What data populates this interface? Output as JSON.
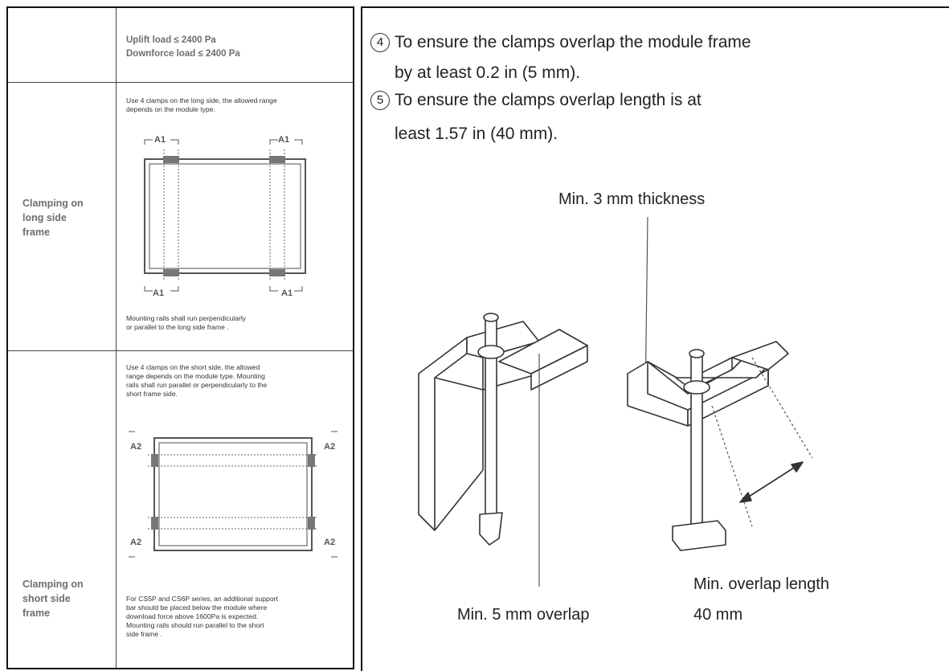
{
  "table": {
    "loads": {
      "uplift": "Uplift load ≤ 2400 Pa",
      "downforce": "Downforce load ≤ 2400 Pa"
    },
    "long_side": {
      "label_lines": [
        "Clamping on",
        "long side",
        "frame"
      ],
      "intro_lines": [
        "Use 4 clamps on the long side, the allowed range",
        "depends on the module type."
      ],
      "dim_label": "A1",
      "note_lines": [
        "Mounting rails shall run perpendicularly",
        "or parallel to the long side frame ."
      ]
    },
    "short_side": {
      "label_lines": [
        "Clamping on",
        "short side",
        "frame"
      ],
      "intro_lines": [
        "Use 4 clamps on the short side, the allowed",
        "range depends on the module type. Mounting",
        "rails shall run parallel or perpendicularly to the",
        "short frame side."
      ],
      "dim_label": "A2",
      "note_lines": [
        "For CS5P and CS6P series, an additional support",
        "bar should be placed below the module where",
        "download force above 1600Pa is expected.",
        "Mounting rails should run parallel to the short",
        "side frame ."
      ]
    }
  },
  "instructions": {
    "step4": {
      "num": "4",
      "line1": "To ensure the clamps overlap the module frame",
      "line2": "by at least 0.2 in (5 mm)."
    },
    "step5": {
      "num": "5",
      "line1": "To ensure the clamps overlap length is at",
      "line2": "least 1.57 in (40 mm)."
    }
  },
  "figure": {
    "thickness_label": "Min. 3 mm thickness",
    "overlap_label": "Min. 5 mm overlap",
    "length_label_line1": "Min. overlap length",
    "length_label_line2": "40 mm"
  }
}
